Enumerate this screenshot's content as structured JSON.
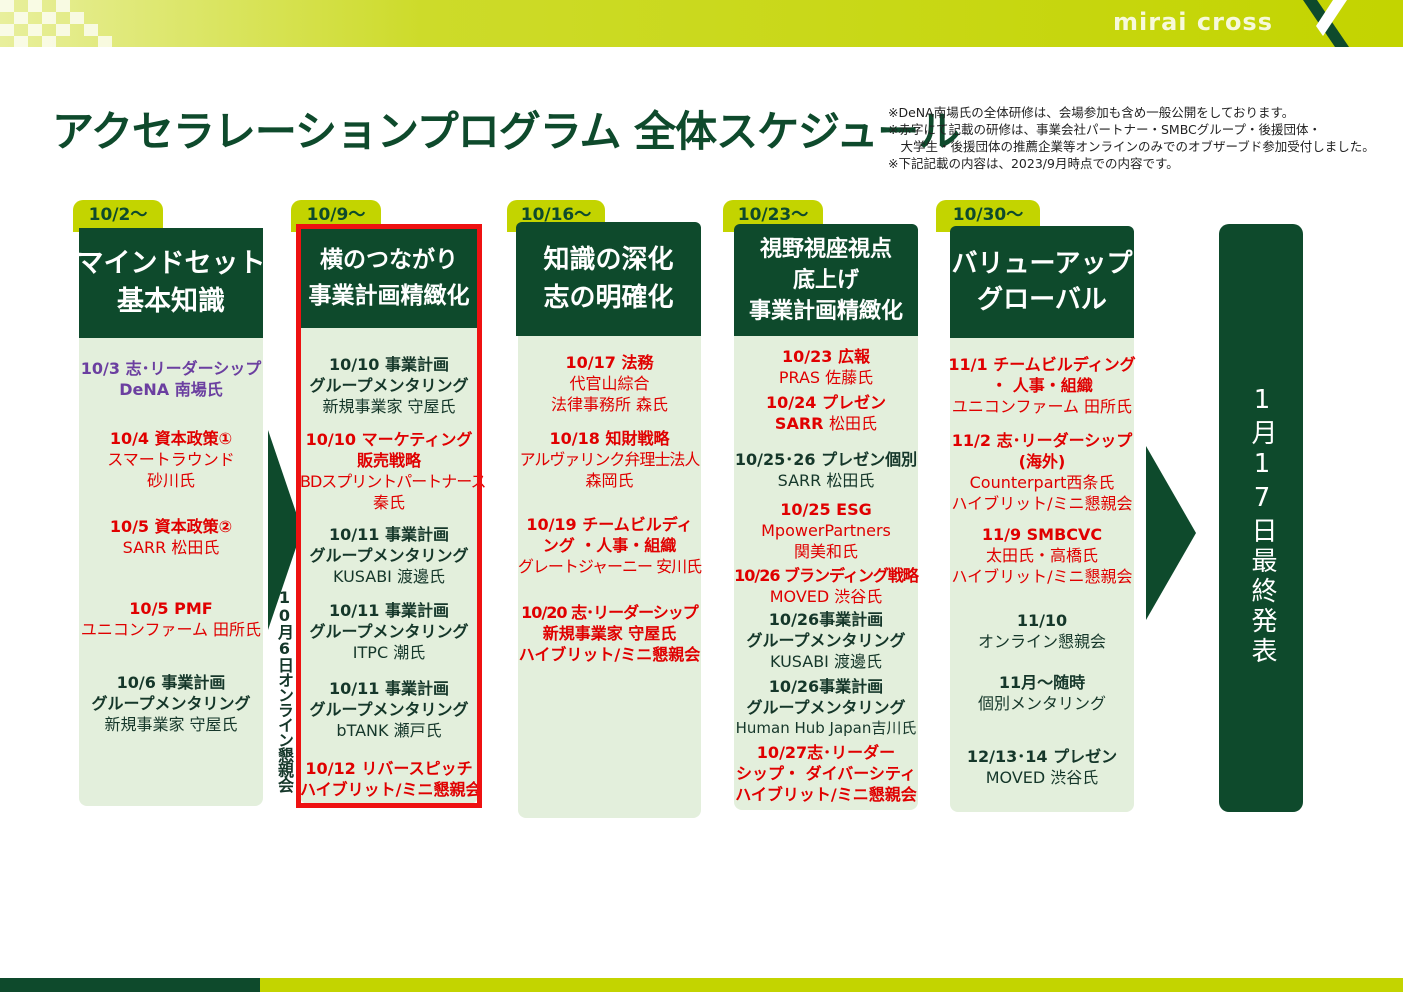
{
  "brand": "mirai cross",
  "title": "アクセラレーションプログラム 全体スケジュール",
  "notes": [
    "※DeNA南場氏の全体研修は、会場参加も含め一般公開をしております。",
    "※赤字にて記載の研修は、事業会社パートナー・SMBCグループ・後援団体・",
    "　大学生・後援団体の推薦企業等オンラインのみでのオブザーブド参加受付しました。",
    "※下記記載の内容は、2023/9月時点での内容です。"
  ],
  "colors": {
    "dark_green": "#0e4a2c",
    "lime": "#c3d400",
    "pale_green": "#e3efdc",
    "red": "#e00000",
    "purple": "#6b3fa0"
  },
  "columns": [
    {
      "date": "10/2〜",
      "heading": [
        "マインドセット",
        "基本知識"
      ],
      "items": [
        {
          "color": "purple",
          "lines": [
            {
              "t": "10/3 志･リーダーシップ",
              "b": true
            },
            {
              "t": "DeNA 南場氏",
              "b": true
            }
          ]
        },
        {
          "color": "red",
          "lines": [
            {
              "t": "10/4 資本政策①",
              "b": true
            },
            {
              "t": "スマートラウンド",
              "b": false
            },
            {
              "t": "砂川氏",
              "b": false
            }
          ]
        },
        {
          "color": "red",
          "lines": [
            {
              "t": "10/5 資本政策②",
              "b": true
            },
            {
              "t": "SARR 松田氏",
              "b": false
            }
          ]
        },
        {
          "color": "red",
          "lines": [
            {
              "t": "10/5 PMF",
              "b": true
            },
            {
              "t": "ユニコンファーム 田所氏",
              "b": false
            }
          ]
        },
        {
          "color": "dark",
          "lines": [
            {
              "t": "10/6 事業計画",
              "b": true
            },
            {
              "t": "グループメンタリング",
              "b": true
            },
            {
              "t": "新規事業家 守屋氏",
              "b": false
            }
          ]
        }
      ]
    },
    {
      "date": "10/9〜",
      "heading": [
        "横のつながり",
        "事業計画精緻化"
      ],
      "items": [
        {
          "color": "dark",
          "lines": [
            {
              "t": "10/10 事業計画",
              "b": true
            },
            {
              "t": "グループメンタリング",
              "b": true
            },
            {
              "t": "新規事業家 守屋氏",
              "b": false
            }
          ]
        },
        {
          "color": "red",
          "lines": [
            {
              "t": "10/10 マーケティング",
              "b": true
            },
            {
              "t": "販売戦略",
              "b": true
            },
            {
              "t": "BDスプリントパートナース",
              "b": false
            },
            {
              "t": "秦氏",
              "b": false
            }
          ]
        },
        {
          "color": "dark",
          "lines": [
            {
              "t": "10/11 事業計画",
              "b": true
            },
            {
              "t": "グループメンタリング",
              "b": true
            },
            {
              "t": "KUSABI 渡邊氏",
              "b": false
            }
          ]
        },
        {
          "color": "dark",
          "lines": [
            {
              "t": "10/11 事業計画",
              "b": true
            },
            {
              "t": "グループメンタリング",
              "b": true
            },
            {
              "t": "ITPC 潮氏",
              "b": false
            }
          ]
        },
        {
          "color": "dark",
          "lines": [
            {
              "t": "10/11 事業計画",
              "b": true
            },
            {
              "t": "グループメンタリング",
              "b": true
            },
            {
              "t": "bTANK 瀬戸氏",
              "b": false
            }
          ]
        },
        {
          "color": "red",
          "lines": [
            {
              "t": "10/12 リバースピッチ",
              "b": true
            },
            {
              "t": "ハイブリット/ミニ懇親会",
              "b": true
            }
          ]
        }
      ]
    },
    {
      "date": "10/16〜",
      "heading": [
        "知識の深化",
        "志の明確化"
      ],
      "items": [
        {
          "color": "red",
          "lines": [
            {
              "t": "10/17 法務",
              "b": true
            },
            {
              "t": "代官山綜合",
              "b": false
            },
            {
              "t": "法律事務所 森氏",
              "b": false
            }
          ]
        },
        {
          "color": "red",
          "lines": [
            {
              "t": "10/18 知財戦略",
              "b": true
            },
            {
              "t": "アルヴァリンク弁理士法人",
              "b": false
            },
            {
              "t": "森岡氏",
              "b": false
            }
          ]
        },
        {
          "color": "red",
          "lines": [
            {
              "t": "10/19 チームビルディ",
              "b": true
            },
            {
              "t": "ング ・人事・組織",
              "b": true
            },
            {
              "t": "グレートジャーニー 安川氏",
              "b": false
            }
          ]
        },
        {
          "color": "red",
          "lines": [
            {
              "t": "10/20 志･リーダーシップ",
              "b": true
            },
            {
              "t": "新規事業家 守屋氏",
              "b": true
            },
            {
              "t": "ハイブリット/ミニ懇親会",
              "b": true
            }
          ]
        }
      ]
    },
    {
      "date": "10/23〜",
      "heading": [
        "視野視座視点",
        "底上げ",
        "事業計画精緻化"
      ],
      "items": [
        {
          "color": "red",
          "lines": [
            {
              "t": "10/23 広報",
              "b": true
            },
            {
              "t": "PRAS 佐藤氏",
              "b": false
            }
          ]
        },
        {
          "color": "red",
          "lines": [
            {
              "t": "10/24 プレゼン",
              "b": true
            },
            {
              "t": "SARR 松田氏",
              "b": true,
              "mixed": true
            }
          ]
        },
        {
          "color": "dark",
          "lines": [
            {
              "t": "10/25･26 プレゼン個別",
              "b": true
            },
            {
              "t": "SARR 松田氏",
              "b": false
            }
          ]
        },
        {
          "color": "red",
          "lines": [
            {
              "t": "10/25 ESG",
              "b": true
            },
            {
              "t": "MpowerPartners",
              "b": false
            },
            {
              "t": "関美和氏",
              "b": false
            }
          ]
        },
        {
          "color": "red",
          "lines": [
            {
              "t": "10/26 ブランディング戦略",
              "b": true
            },
            {
              "t": "MOVED 渋谷氏",
              "b": false
            }
          ]
        },
        {
          "color": "dark",
          "lines": [
            {
              "t": "10/26事業計画",
              "b": true
            },
            {
              "t": "グループメンタリング",
              "b": true
            },
            {
              "t": "KUSABI 渡邊氏",
              "b": false
            }
          ]
        },
        {
          "color": "dark",
          "lines": [
            {
              "t": "10/26事業計画",
              "b": true
            },
            {
              "t": "グループメンタリング",
              "b": true
            },
            {
              "t": "Human Hub Japan吉川氏",
              "b": false
            }
          ]
        },
        {
          "color": "red",
          "lines": [
            {
              "t": "10/27志･リーダー",
              "b": true
            },
            {
              "t": "シップ・ ダイバーシティ",
              "b": true
            },
            {
              "t": "ハイブリット/ミニ懇親会",
              "b": true
            }
          ]
        }
      ]
    },
    {
      "date": "10/30〜",
      "heading": [
        "バリューアップ",
        "グローバル"
      ],
      "items": [
        {
          "color": "red",
          "lines": [
            {
              "t": "11/1 チームビルディング",
              "b": true
            },
            {
              "t": "・ 人事・組織",
              "b": true
            },
            {
              "t": "ユニコンファーム 田所氏",
              "b": false
            }
          ]
        },
        {
          "color": "red",
          "lines": [
            {
              "t": "11/2 志･リーダーシップ",
              "b": true
            },
            {
              "t": "(海外)",
              "b": true
            },
            {
              "t": "Counterpart西条氏",
              "b": false
            },
            {
              "t": "ハイブリット/ミニ懇親会",
              "b": false
            }
          ]
        },
        {
          "color": "red",
          "lines": [
            {
              "t": "11/9 SMBCVC",
              "b": true
            },
            {
              "t": "太田氏・高橋氏",
              "b": false
            },
            {
              "t": "ハイブリット/ミニ懇親会",
              "b": false
            }
          ]
        },
        {
          "color": "dark",
          "lines": [
            {
              "t": "11/10",
              "b": true
            },
            {
              "t": "オンライン懇親会",
              "b": false
            }
          ]
        },
        {
          "color": "dark",
          "lines": [
            {
              "t": "11月〜随時",
              "b": true
            },
            {
              "t": "個別メンタリング",
              "b": false
            }
          ]
        },
        {
          "color": "dark",
          "lines": [
            {
              "t": "12/13･14 プレゼン",
              "b": true
            },
            {
              "t": "MOVED 渋谷氏",
              "b": false
            }
          ]
        }
      ]
    }
  ],
  "online_party_vertical": "10月6日オンライン懇親会",
  "final_label": "1月17日最終発表"
}
